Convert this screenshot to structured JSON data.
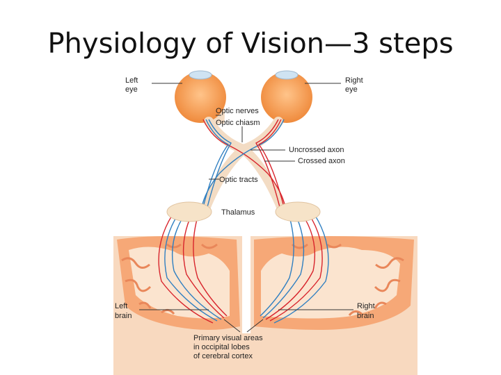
{
  "slide": {
    "title": "Physiology of Vision—3 steps"
  },
  "labels": {
    "left_eye": [
      "Left",
      "eye"
    ],
    "right_eye": [
      "Right",
      "eye"
    ],
    "optic_nerves": "Optic nerves",
    "optic_chiasm": "Optic chiasm",
    "uncrossed_axon": "Uncrossed axon",
    "crossed_axon": "Crossed axon",
    "optic_tracts": "Optic tracts",
    "thalamus": "Thalamus",
    "left_brain": [
      "Left",
      "brain"
    ],
    "right_brain": [
      "Right",
      "brain"
    ],
    "primary_visual": [
      "Primary visual areas",
      "in occipital lobes",
      "of cerebral cortex"
    ]
  },
  "colors": {
    "eyeball": "#f5a05a",
    "cortex": "#f7b07e",
    "white_matter": "#fbe4cf",
    "thalamus": "#f6e3c8",
    "axon_red": "#d8242c",
    "axon_blue": "#2f7fc1",
    "nerve_sheath": "#f3dcc4"
  }
}
